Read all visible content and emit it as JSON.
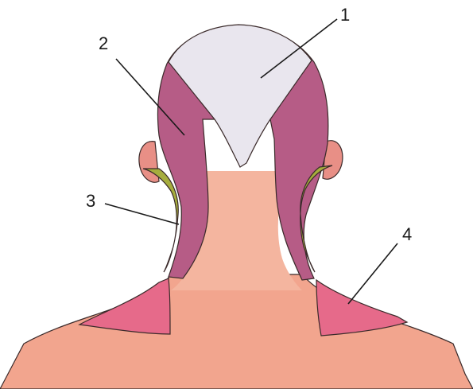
{
  "labels": [
    {
      "id": "1",
      "text": "1"
    },
    {
      "id": "2",
      "text": "2"
    },
    {
      "id": "3",
      "text": "3"
    },
    {
      "id": "4",
      "text": "4"
    }
  ],
  "colors": {
    "background": "#ffffff",
    "skin": "#f2a58e",
    "skin_shadow": "#e98a73",
    "neck": "#f4b59f",
    "scalp": "#e9e6ee",
    "muscle_purple": "#b65c86",
    "muscle_purple_dark": "#9c4a73",
    "muscle_green": "#a6ad3d",
    "muscle_pink": "#e66a8a",
    "outline": "#3a2a2a"
  }
}
